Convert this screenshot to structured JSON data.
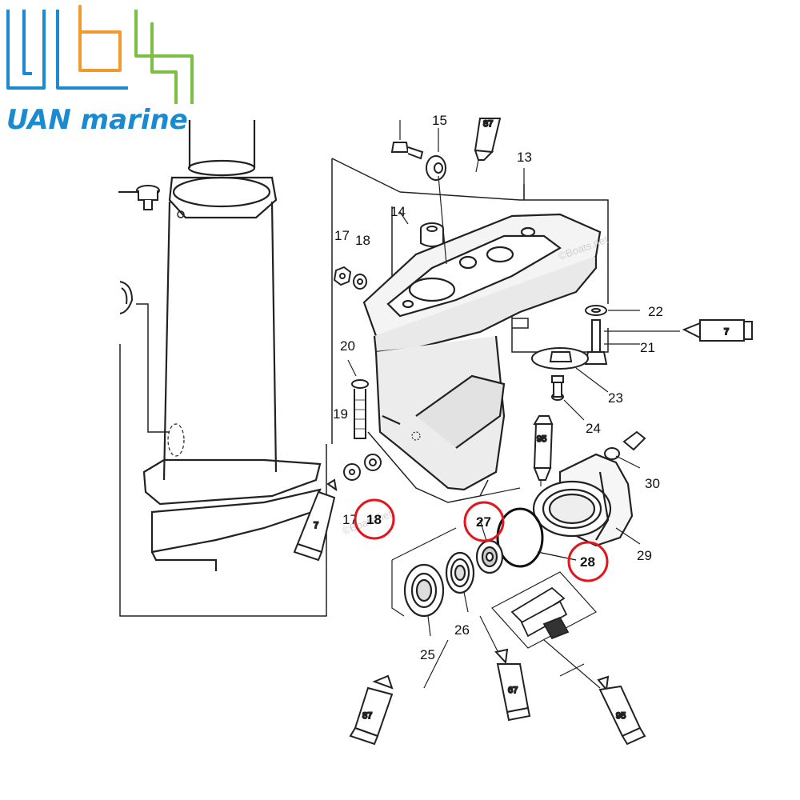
{
  "brand": {
    "name": "UAN marine",
    "colors": {
      "blue": "#1a8bd0",
      "orange": "#f29a2e",
      "green": "#7cc043"
    }
  },
  "highlight_color": "#e3141b",
  "watermark": "©Boats.net",
  "callouts": [
    {
      "id": "c13",
      "text": "13",
      "highlighted": false
    },
    {
      "id": "c14",
      "text": "14",
      "highlighted": false
    },
    {
      "id": "c15",
      "text": "15",
      "highlighted": false
    },
    {
      "id": "c17a",
      "text": "17",
      "highlighted": false
    },
    {
      "id": "c18a",
      "text": "18",
      "highlighted": false
    },
    {
      "id": "c20",
      "text": "20",
      "highlighted": false
    },
    {
      "id": "c19",
      "text": "19",
      "highlighted": false
    },
    {
      "id": "c22",
      "text": "22",
      "highlighted": false
    },
    {
      "id": "c21",
      "text": "21",
      "highlighted": false
    },
    {
      "id": "c23",
      "text": "23",
      "highlighted": false
    },
    {
      "id": "c24",
      "text": "24",
      "highlighted": false
    },
    {
      "id": "c30",
      "text": "30",
      "highlighted": false
    },
    {
      "id": "c29",
      "text": "29",
      "highlighted": false
    },
    {
      "id": "c17b",
      "text": "17",
      "highlighted": false
    },
    {
      "id": "c18b",
      "text": "18",
      "highlighted": true
    },
    {
      "id": "c27",
      "text": "27",
      "highlighted": true
    },
    {
      "id": "c28",
      "text": "28",
      "highlighted": true
    },
    {
      "id": "c25",
      "text": "25",
      "highlighted": false
    },
    {
      "id": "c26",
      "text": "26",
      "highlighted": false
    }
  ],
  "tubes": [
    {
      "id": "t87top",
      "text": "87"
    },
    {
      "id": "t7right",
      "text": "7"
    },
    {
      "id": "t95mid",
      "text": "95"
    },
    {
      "id": "t7left",
      "text": "7"
    },
    {
      "id": "t87bottom",
      "text": "87"
    },
    {
      "id": "t67",
      "text": "67"
    },
    {
      "id": "t95bottom",
      "text": "95"
    }
  ]
}
